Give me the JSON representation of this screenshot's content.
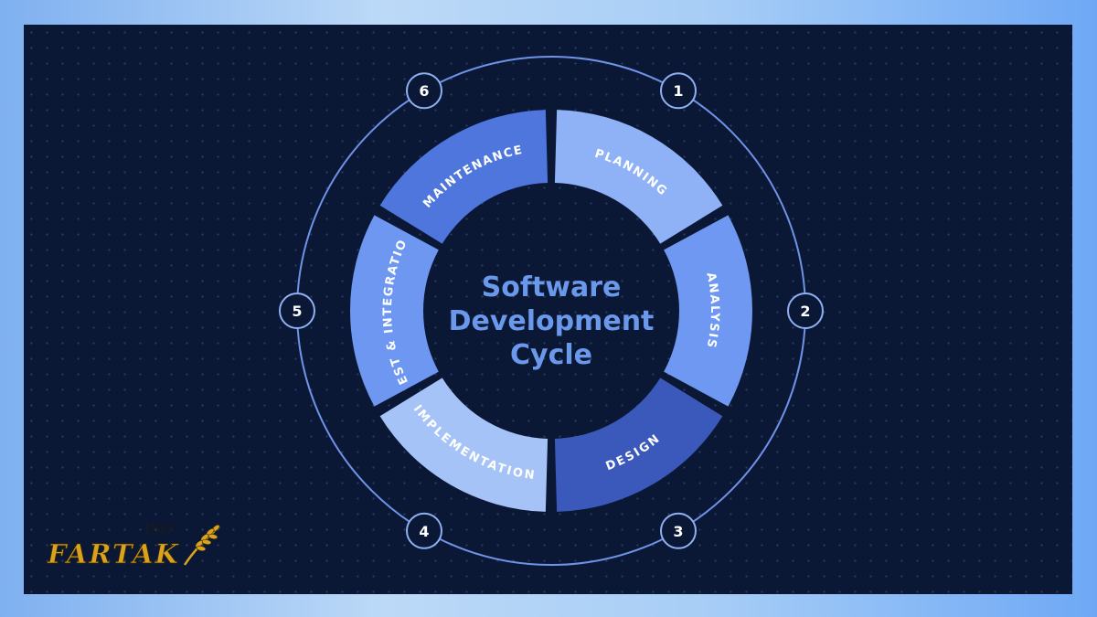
{
  "title_lines": [
    "Software",
    "Development",
    "Cycle"
  ],
  "phases": [
    {
      "num": "1",
      "label": "PLANNING",
      "color": "#8fb2f7"
    },
    {
      "num": "2",
      "label": "ANALYSIS",
      "color": "#6e98f1"
    },
    {
      "num": "3",
      "label": "DESIGN",
      "color": "#3b59ba"
    },
    {
      "num": "4",
      "label": "IMPLEMENTATION",
      "color": "#a6c3f8"
    },
    {
      "num": "5",
      "label": "TEST & INTEGRATION",
      "color": "#6d97f1"
    },
    {
      "num": "6",
      "label": "MAINTENANCE",
      "color": "#4e76dc"
    }
  ],
  "colors": {
    "background": "#0b1835",
    "ring": "#6f93e8",
    "title": "#6a98ea"
  },
  "logo": {
    "small": "ISO",
    "main": "FARTAK"
  }
}
